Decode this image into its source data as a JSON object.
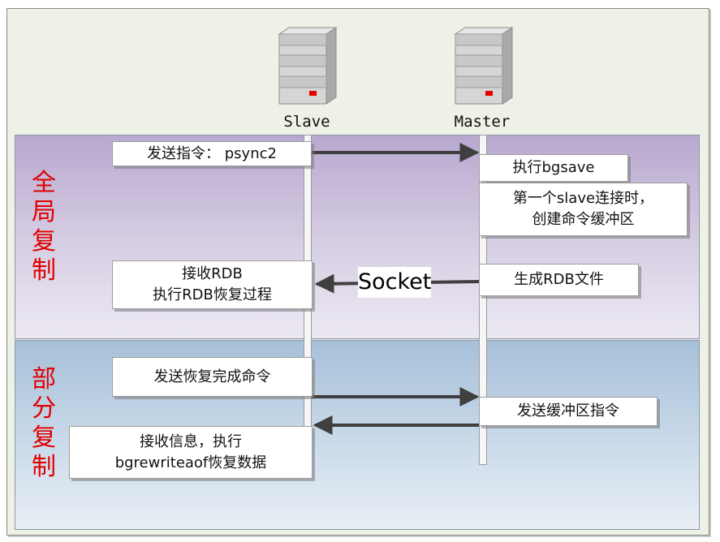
{
  "nodes": {
    "slave": {
      "label": "Slave"
    },
    "master": {
      "label": "Master"
    }
  },
  "sections": {
    "full": {
      "label": "全局复制"
    },
    "partial": {
      "label": "部分复制"
    }
  },
  "messages": {
    "send_psync": "发送指令： psync2",
    "exec_bgsave": "执行bgsave",
    "first_slave_line1": "第一个slave连接时，",
    "first_slave_line2": "创建命令缓冲区",
    "recv_rdb_line1": "接收RDB",
    "recv_rdb_line2": "执行RDB恢复过程",
    "gen_rdb": "生成RDB文件",
    "socket": "Socket",
    "send_restore_done": "发送恢复完成命令",
    "send_buffer_cmd": "发送缓冲区指令",
    "recv_info_line1": "接收信息，执行",
    "recv_info_line2": "bgrewriteaof恢复数据"
  },
  "colors": {
    "section_full_bg": "#b8a8cf",
    "section_partial_bg": "#a6bfd8",
    "side_label": "#e00000",
    "arrow": "#3f3f3f",
    "server_led": "#e00000"
  },
  "icons": [
    "server-icon",
    "server-icon"
  ]
}
